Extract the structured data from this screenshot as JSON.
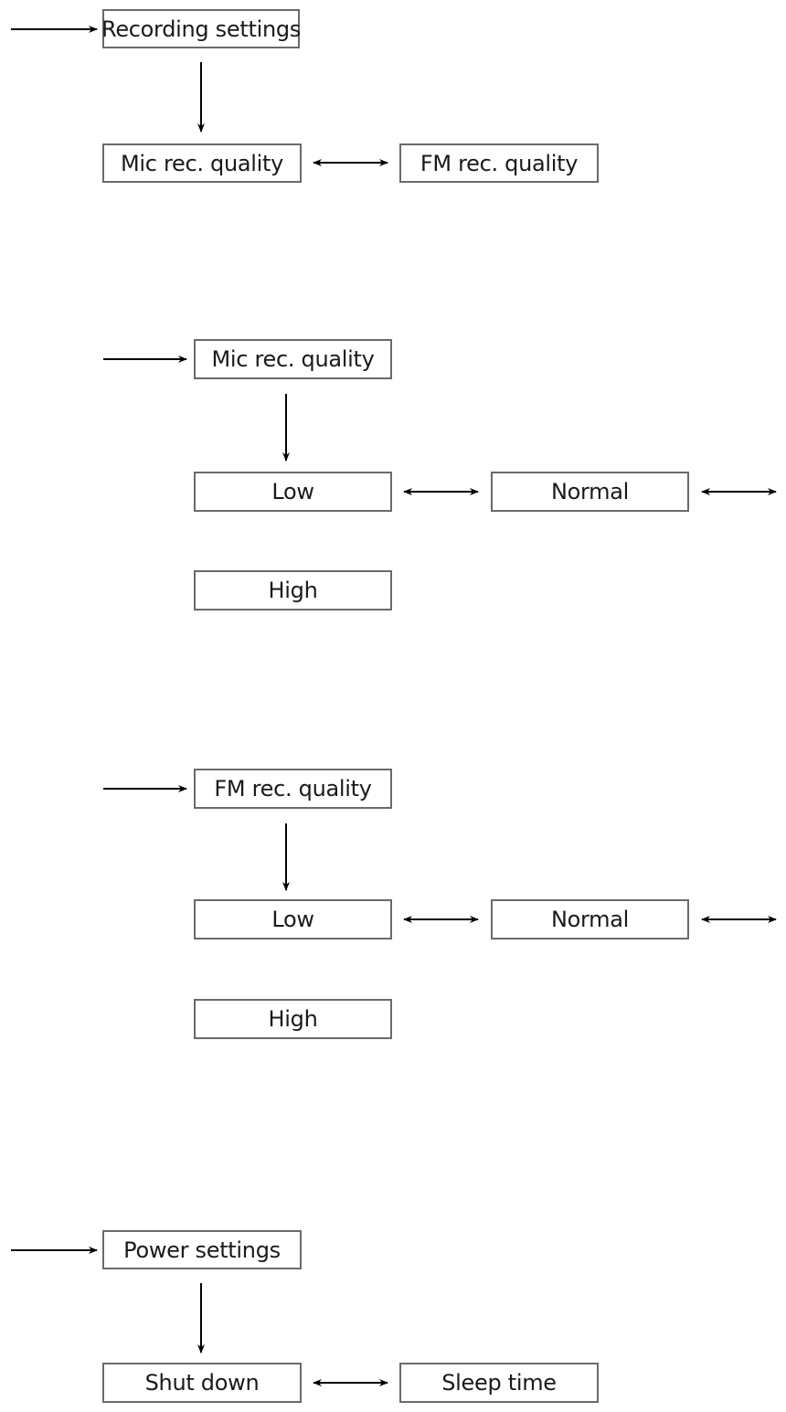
{
  "colors": {
    "box_border": "#6a6a6a",
    "text": "#1a1a1a",
    "arrow": "#000000"
  },
  "sections": [
    {
      "root": "Recording settings",
      "options": [
        "Mic rec. quality",
        "FM rec. quality"
      ]
    },
    {
      "root": "Mic rec. quality",
      "options": [
        "Low",
        "Normal",
        "High"
      ]
    },
    {
      "root": "FM rec. quality",
      "options": [
        "Low",
        "Normal",
        "High"
      ]
    },
    {
      "root": "Power settings",
      "options": [
        "Shut down",
        "Sleep time"
      ]
    }
  ]
}
